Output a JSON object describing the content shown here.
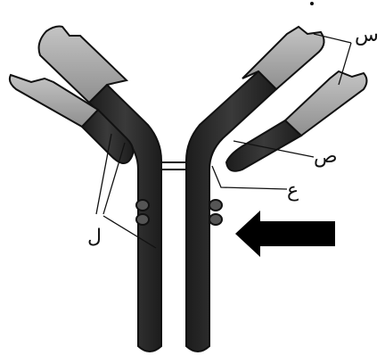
{
  "labels": {
    "s": "س",
    "sad": "ص",
    "ain": "ع",
    "lam": "ل"
  },
  "colors": {
    "dark_chain": "#2a2a2a",
    "light_region": "#a9a9a9",
    "outline": "#111111",
    "arrow": "#000000"
  }
}
